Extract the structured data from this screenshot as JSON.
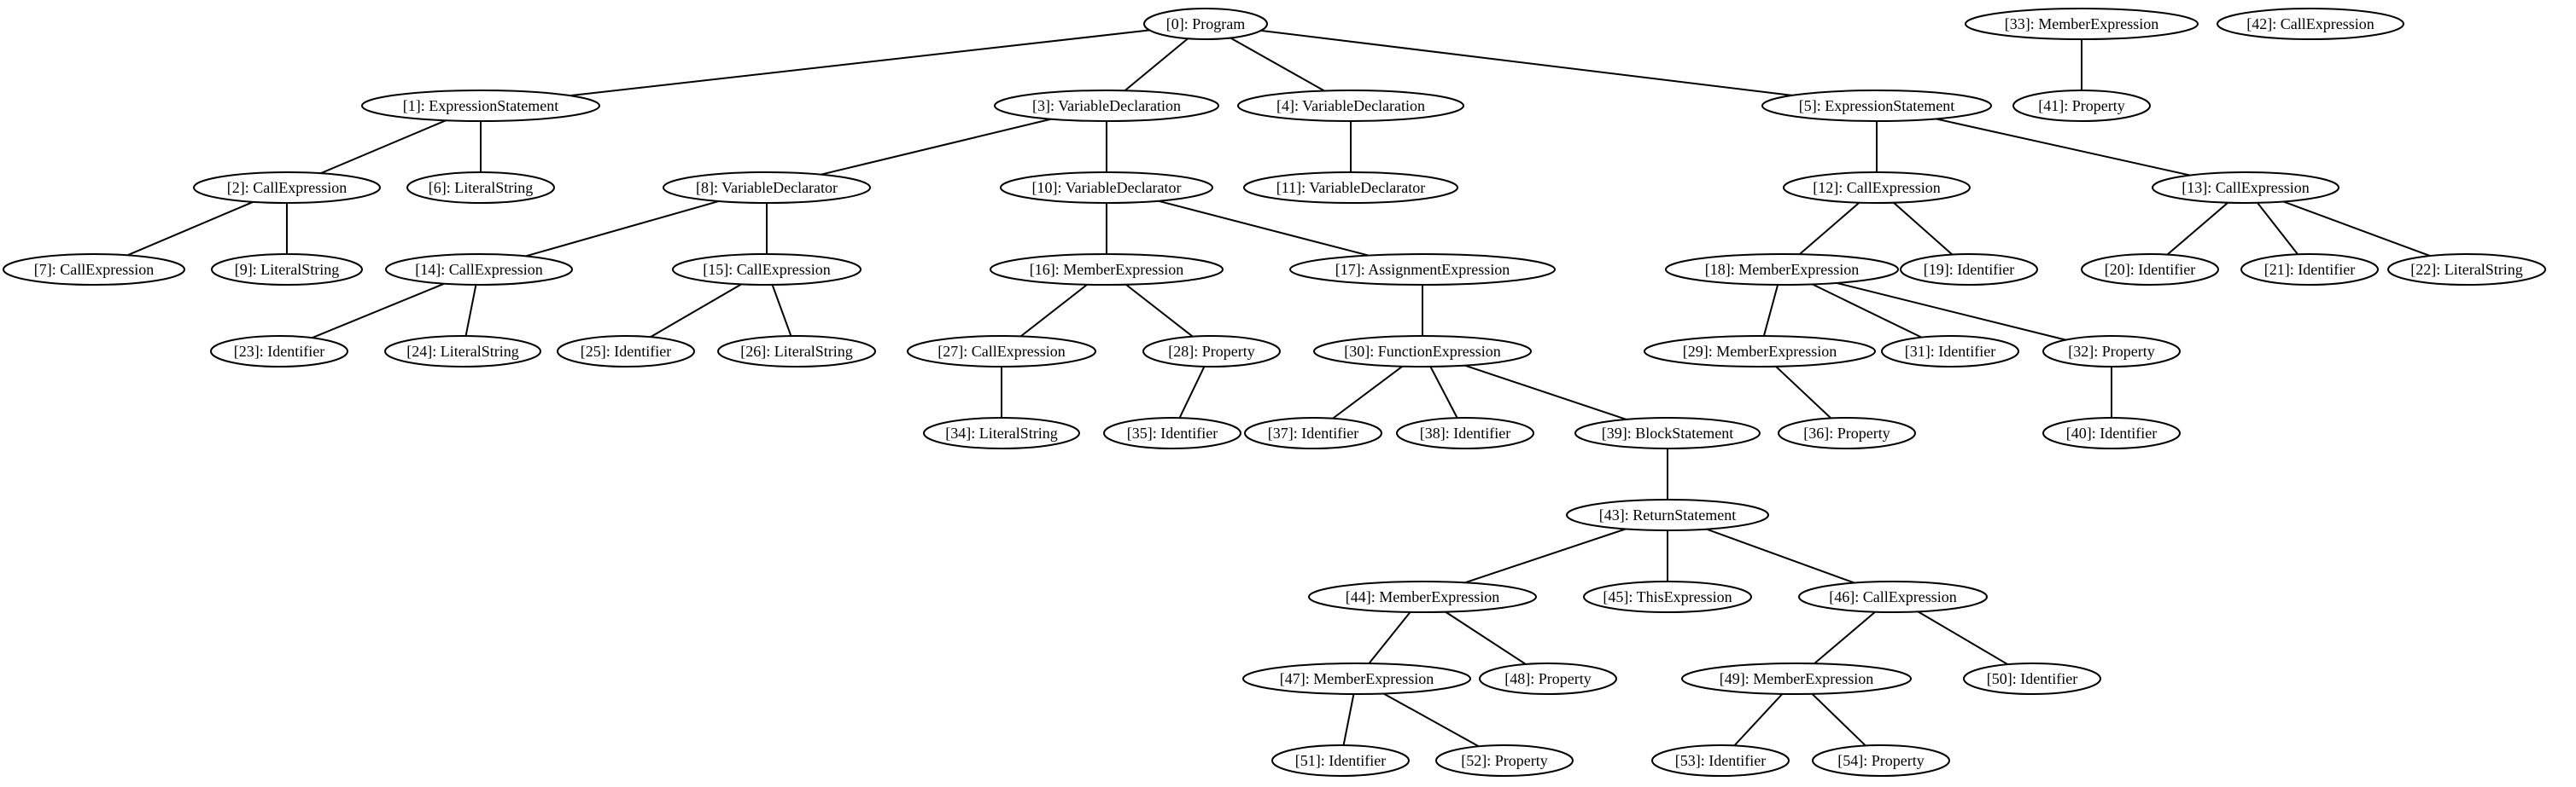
{
  "nodes": [
    {
      "id": 0,
      "label": "[0]: Program"
    },
    {
      "id": 1,
      "label": "[1]: ExpressionStatement"
    },
    {
      "id": 2,
      "label": "[2]: CallExpression"
    },
    {
      "id": 3,
      "label": "[3]: VariableDeclaration"
    },
    {
      "id": 4,
      "label": "[4]: VariableDeclaration"
    },
    {
      "id": 5,
      "label": "[5]: ExpressionStatement"
    },
    {
      "id": 6,
      "label": "[6]: LiteralString"
    },
    {
      "id": 7,
      "label": "[7]: CallExpression"
    },
    {
      "id": 8,
      "label": "[8]: VariableDeclarator"
    },
    {
      "id": 9,
      "label": "[9]: LiteralString"
    },
    {
      "id": 10,
      "label": "[10]: VariableDeclarator"
    },
    {
      "id": 11,
      "label": "[11]: VariableDeclarator"
    },
    {
      "id": 12,
      "label": "[12]: CallExpression"
    },
    {
      "id": 13,
      "label": "[13]: CallExpression"
    },
    {
      "id": 14,
      "label": "[14]: CallExpression"
    },
    {
      "id": 15,
      "label": "[15]: CallExpression"
    },
    {
      "id": 16,
      "label": "[16]: MemberExpression"
    },
    {
      "id": 17,
      "label": "[17]: AssignmentExpression"
    },
    {
      "id": 18,
      "label": "[18]: MemberExpression"
    },
    {
      "id": 19,
      "label": "[19]: Identifier"
    },
    {
      "id": 20,
      "label": "[20]: Identifier"
    },
    {
      "id": 21,
      "label": "[21]: Identifier"
    },
    {
      "id": 22,
      "label": "[22]: LiteralString"
    },
    {
      "id": 23,
      "label": "[23]: Identifier"
    },
    {
      "id": 24,
      "label": "[24]: LiteralString"
    },
    {
      "id": 25,
      "label": "[25]: Identifier"
    },
    {
      "id": 26,
      "label": "[26]: LiteralString"
    },
    {
      "id": 27,
      "label": "[27]: CallExpression"
    },
    {
      "id": 28,
      "label": "[28]: Property"
    },
    {
      "id": 29,
      "label": "[29]: MemberExpression"
    },
    {
      "id": 30,
      "label": "[30]: FunctionExpression"
    },
    {
      "id": 31,
      "label": "[31]: Identifier"
    },
    {
      "id": 32,
      "label": "[32]: Property"
    },
    {
      "id": 33,
      "label": "[33]: MemberExpression"
    },
    {
      "id": 34,
      "label": "[34]: LiteralString"
    },
    {
      "id": 35,
      "label": "[35]: Identifier"
    },
    {
      "id": 36,
      "label": "[36]: Property"
    },
    {
      "id": 37,
      "label": "[37]: Identifier"
    },
    {
      "id": 38,
      "label": "[38]: Identifier"
    },
    {
      "id": 39,
      "label": "[39]: BlockStatement"
    },
    {
      "id": 40,
      "label": "[40]: Identifier"
    },
    {
      "id": 41,
      "label": "[41]: Property"
    },
    {
      "id": 42,
      "label": "[42]: CallExpression"
    },
    {
      "id": 43,
      "label": "[43]: ReturnStatement"
    },
    {
      "id": 44,
      "label": "[44]: MemberExpression"
    },
    {
      "id": 45,
      "label": "[45]: ThisExpression"
    },
    {
      "id": 46,
      "label": "[46]: CallExpression"
    },
    {
      "id": 47,
      "label": "[47]: MemberExpression"
    },
    {
      "id": 48,
      "label": "[48]: Property"
    },
    {
      "id": 49,
      "label": "[49]: MemberExpression"
    },
    {
      "id": 50,
      "label": "[50]: Identifier"
    },
    {
      "id": 51,
      "label": "[51]: Identifier"
    },
    {
      "id": 52,
      "label": "[52]: Property"
    },
    {
      "id": 53,
      "label": "[53]: Identifier"
    },
    {
      "id": 54,
      "label": "[54]: Property"
    }
  ],
  "edges": [
    [
      0,
      1
    ],
    [
      0,
      3
    ],
    [
      0,
      4
    ],
    [
      0,
      5
    ],
    [
      1,
      2
    ],
    [
      1,
      6
    ],
    [
      2,
      7
    ],
    [
      2,
      9
    ],
    [
      3,
      8
    ],
    [
      3,
      10
    ],
    [
      4,
      11
    ],
    [
      5,
      12
    ],
    [
      5,
      13
    ],
    [
      8,
      14
    ],
    [
      8,
      15
    ],
    [
      10,
      16
    ],
    [
      10,
      17
    ],
    [
      12,
      18
    ],
    [
      12,
      19
    ],
    [
      13,
      20
    ],
    [
      13,
      21
    ],
    [
      13,
      22
    ],
    [
      14,
      23
    ],
    [
      14,
      24
    ],
    [
      15,
      25
    ],
    [
      15,
      26
    ],
    [
      16,
      27
    ],
    [
      16,
      28
    ],
    [
      17,
      30
    ],
    [
      18,
      29
    ],
    [
      18,
      31
    ],
    [
      18,
      32
    ],
    [
      27,
      34
    ],
    [
      28,
      35
    ],
    [
      29,
      36
    ],
    [
      30,
      37
    ],
    [
      30,
      38
    ],
    [
      30,
      39
    ],
    [
      32,
      40
    ],
    [
      33,
      41
    ],
    [
      39,
      43
    ],
    [
      43,
      44
    ],
    [
      43,
      45
    ],
    [
      43,
      46
    ],
    [
      44,
      47
    ],
    [
      44,
      48
    ],
    [
      46,
      49
    ],
    [
      46,
      50
    ],
    [
      47,
      51
    ],
    [
      47,
      52
    ],
    [
      49,
      53
    ],
    [
      49,
      54
    ]
  ]
}
